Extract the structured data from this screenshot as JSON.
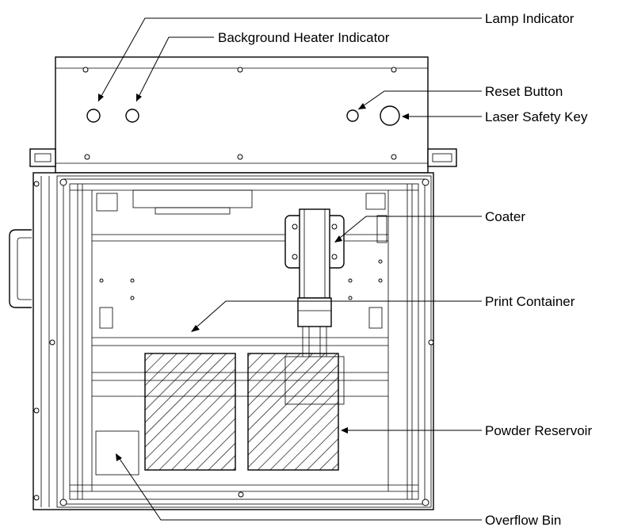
{
  "labels": {
    "lamp_indicator": "Lamp Indicator",
    "background_heater_indicator": "Background Heater Indicator",
    "reset_button": "Reset Button",
    "laser_safety_key": "Laser Safety Key",
    "coater": "Coater",
    "print_container": "Print Container",
    "powder_reservoir": "Powder Reservoir",
    "overflow_bin": "Overflow Bin"
  },
  "colors": {
    "line": "#000000",
    "background": "#ffffff"
  }
}
